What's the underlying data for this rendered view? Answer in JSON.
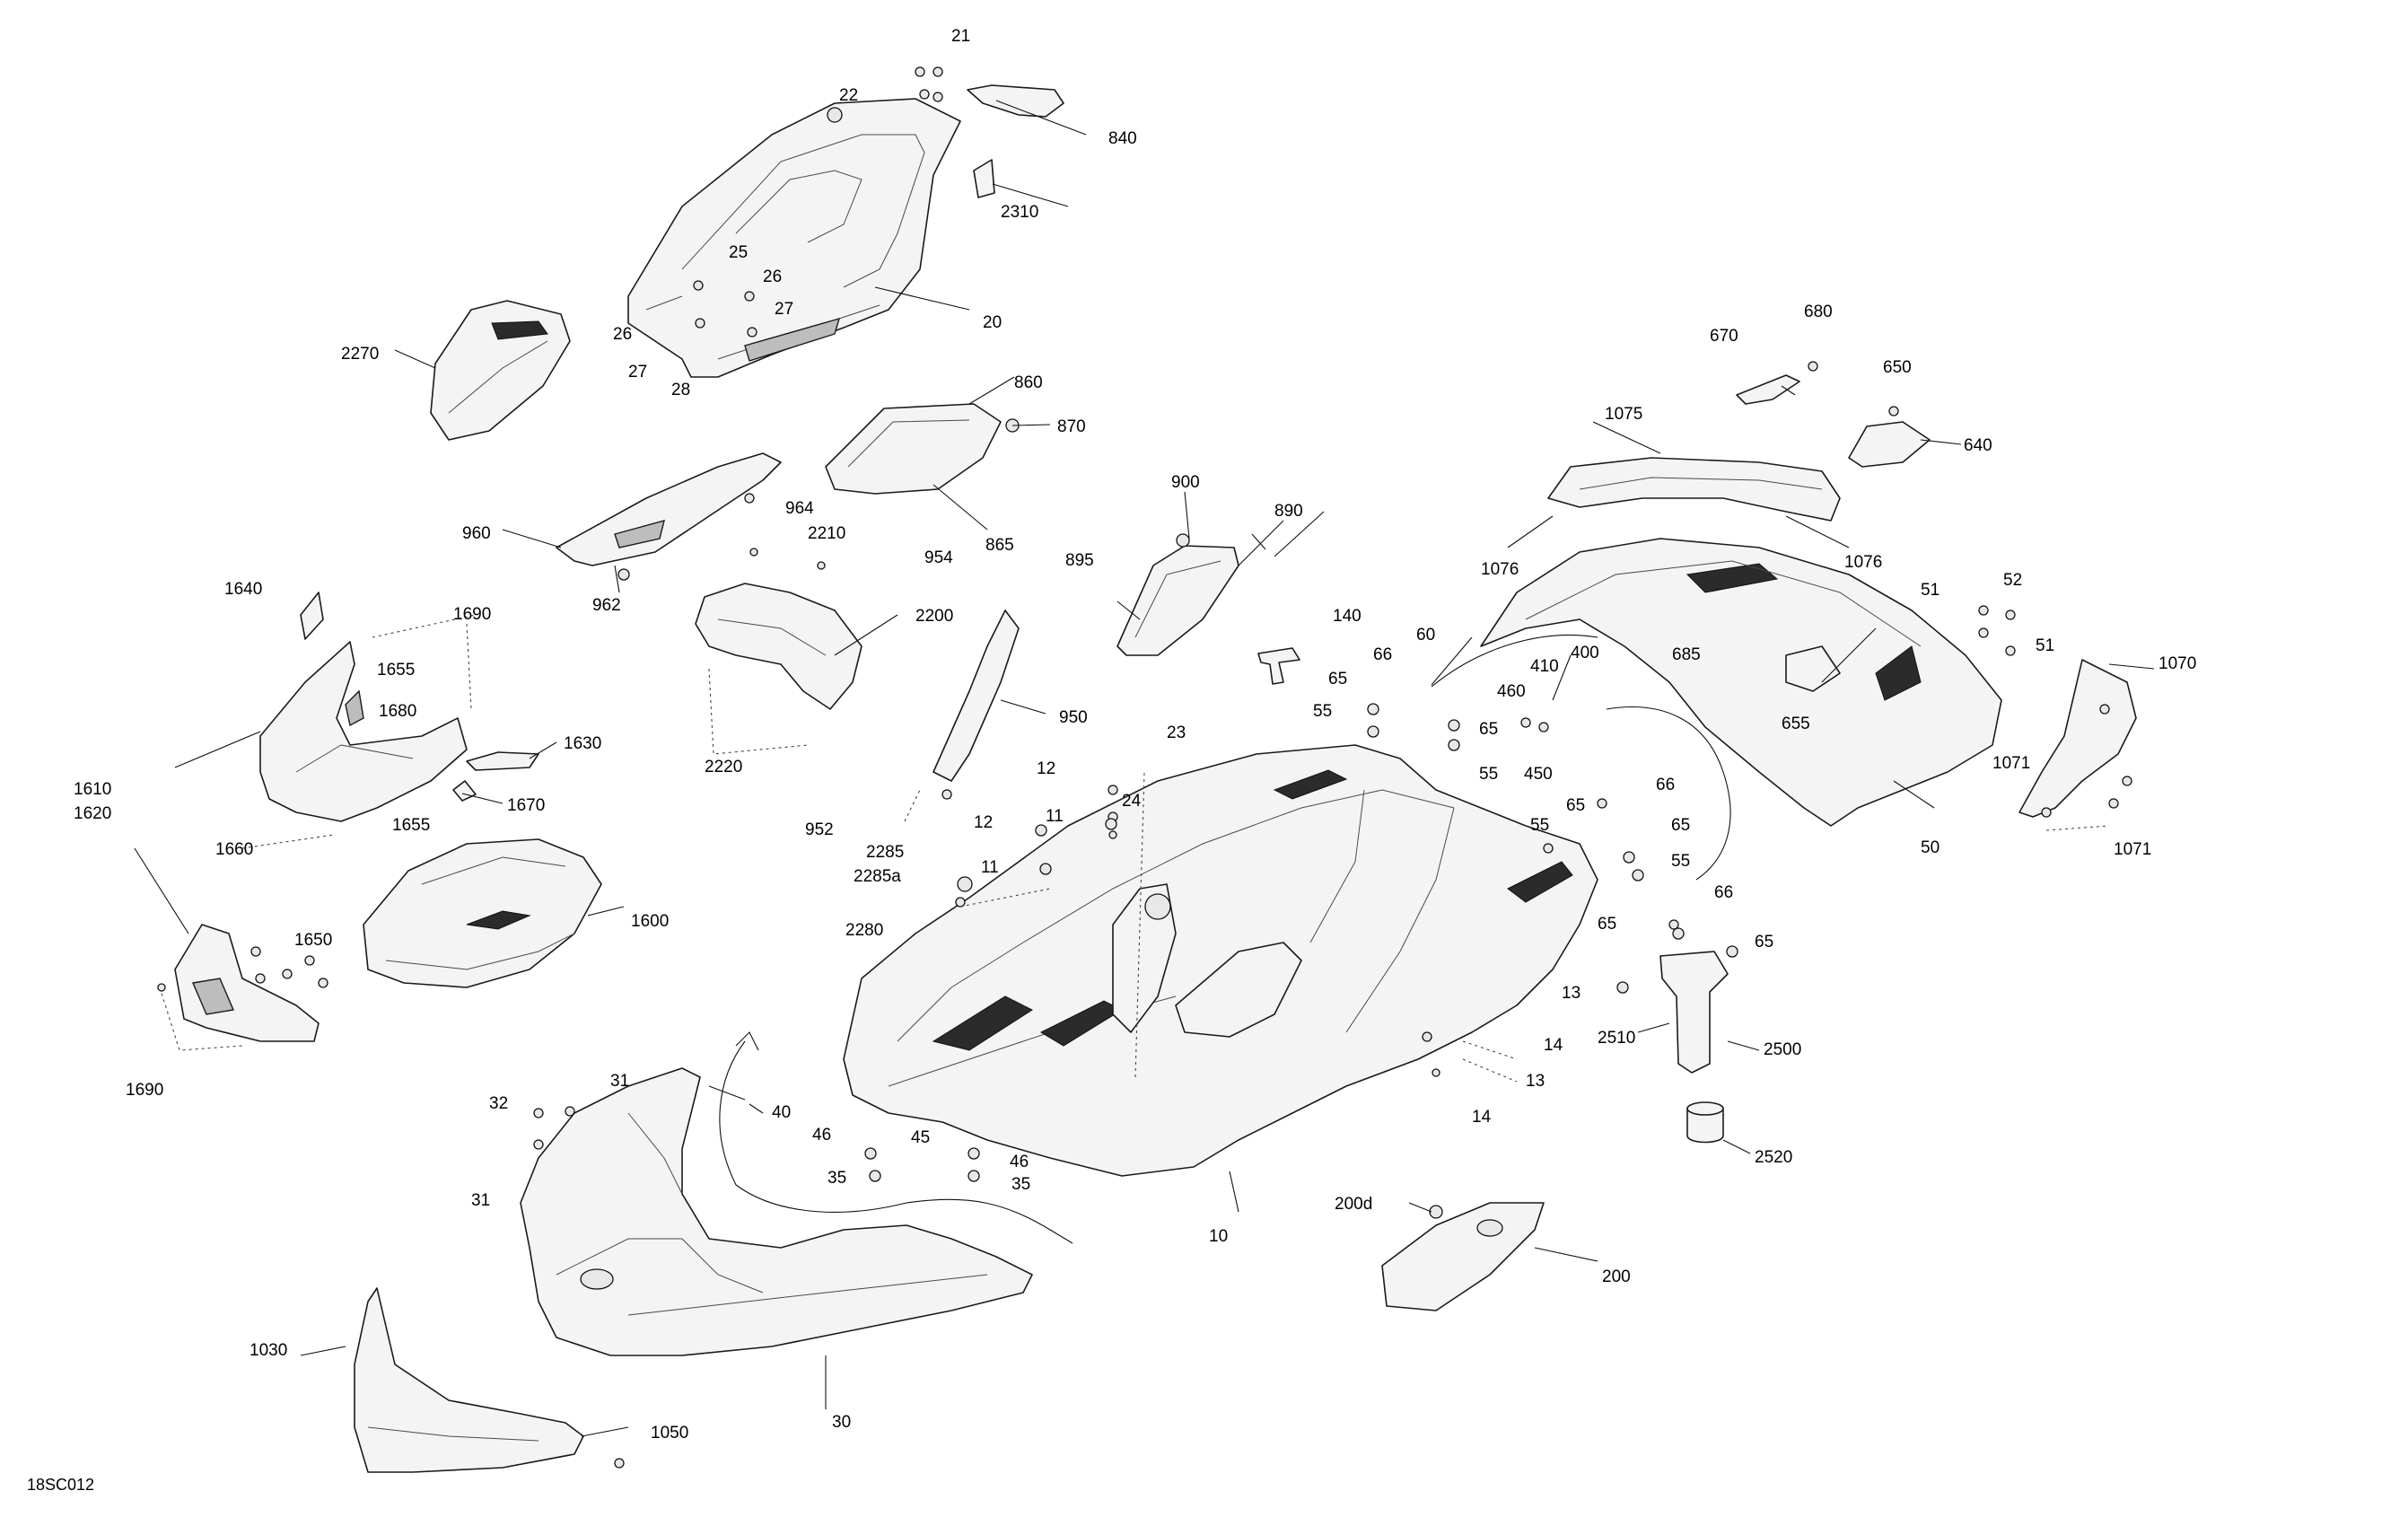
{
  "drawing_ref": "18SC012",
  "callouts": [
    "21",
    "22",
    "840",
    "2310",
    "20",
    "25",
    "26",
    "27",
    "26",
    "27",
    "28",
    "2270",
    "860",
    "870",
    "865",
    "964",
    "960",
    "962",
    "2210",
    "2200",
    "2220",
    "954",
    "950",
    "952",
    "900",
    "890",
    "895",
    "1640",
    "1690",
    "1655",
    "1680",
    "1630",
    "1670",
    "1655",
    "1610",
    "1620",
    "1660",
    "1600",
    "1650",
    "1690",
    "32",
    "31",
    "31",
    "40",
    "46",
    "45",
    "46",
    "35",
    "35",
    "30",
    "1030",
    "1050",
    "10",
    "200d",
    "200",
    "12",
    "11",
    "12",
    "11",
    "23",
    "24",
    "2285",
    "2285a",
    "2280",
    "140",
    "60",
    "65",
    "66",
    "55",
    "65",
    "55",
    "410",
    "460",
    "400",
    "450",
    "685",
    "655",
    "670",
    "680",
    "650",
    "640",
    "1075",
    "1076",
    "1076",
    "51",
    "52",
    "51",
    "50",
    "1070",
    "1071",
    "1071",
    "66",
    "65",
    "65",
    "55",
    "55",
    "66",
    "65",
    "65",
    "13",
    "14",
    "13",
    "14",
    "2510",
    "2500",
    "2520"
  ]
}
